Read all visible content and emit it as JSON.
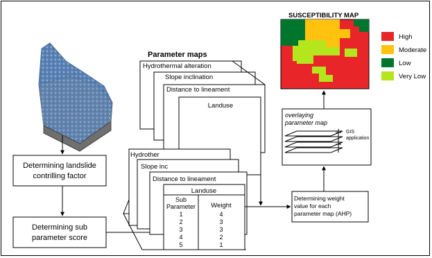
{
  "susceptibility": {
    "title": "SUSCEPTIBILITY MAP",
    "legend": [
      {
        "label": "High",
        "color": "#e8262a"
      },
      {
        "label": "Moderate",
        "color": "#ffc20e"
      },
      {
        "label": "Low",
        "color": "#00752c"
      },
      {
        "label": "Very Low",
        "color": "#b5e61d"
      }
    ]
  },
  "parameter_maps": {
    "title": "Parameter maps",
    "sheets": [
      "Hydrothermal alteration",
      "Slope inclination",
      "Distance to lineament",
      "Landuse"
    ]
  },
  "lower_stack": {
    "sheets": [
      "Hydrother",
      "Slope inc",
      "Distance to lineament",
      "Landuse"
    ],
    "table": {
      "col1_header": "Sub Parameter",
      "col2_header": "Weight",
      "rows": [
        {
          "sub": "1",
          "weight": "4"
        },
        {
          "sub": "2",
          "weight": "3"
        },
        {
          "sub": "3",
          "weight": "3"
        },
        {
          "sub": "4",
          "weight": "2"
        },
        {
          "sub": "5",
          "weight": "1"
        }
      ]
    }
  },
  "steps": {
    "factor": "Determining landslide contrilling factor",
    "factor_line1": "Determining landslide",
    "factor_line2": "contrilling factor",
    "score_line1": "Determining sub",
    "score_line2": "parameter score",
    "weight_line1": "Determining weight",
    "weight_line2": "value for each",
    "weight_line3": "parameter map (AHP)"
  },
  "overlay": {
    "title_line1": "overlaying",
    "title_line2": "parameter map",
    "gis_line1": "GIS",
    "gis_line2": "application"
  }
}
